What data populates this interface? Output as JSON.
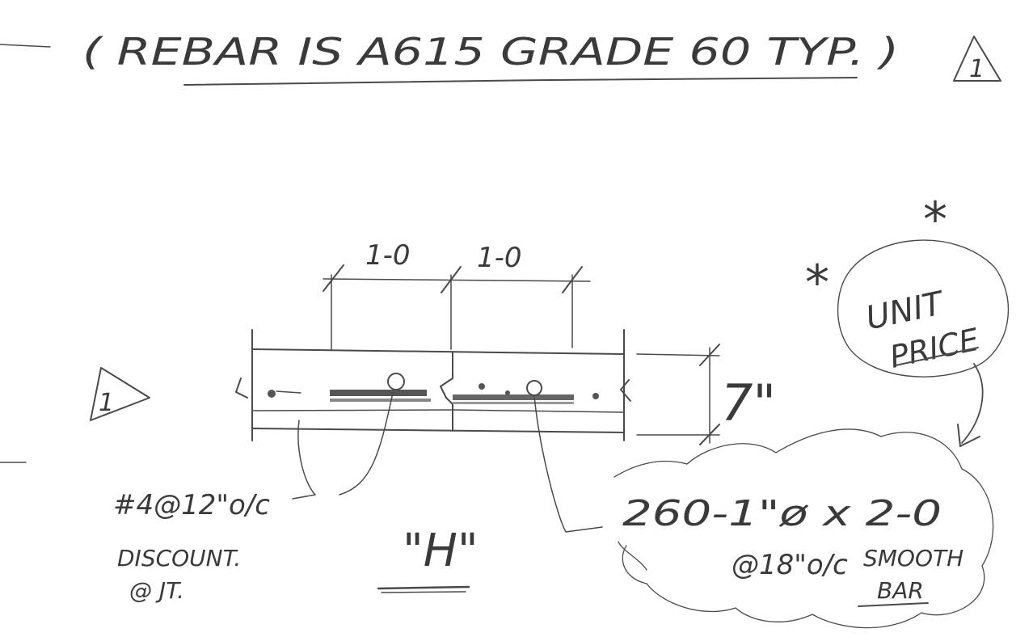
{
  "note": {
    "text": "( REBAR IS A615 GRADE 60 TYP. )",
    "revision_mark": "1"
  },
  "section": {
    "spacing_left": "1-0",
    "spacing_right": "1-0",
    "thickness": "7\"",
    "revision_mark": "1"
  },
  "callouts": {
    "rebar_size": "#4@12\"o/c",
    "rebar_note_line1": "DISCOUNT.",
    "rebar_note_line2": "@ JT.",
    "dowel_spec": "260-1\"ø x 2-0",
    "dowel_spacing": "@18\"o/c",
    "dowel_type_line1": "SMOOTH",
    "dowel_type_line2": "BAR"
  },
  "unit_price": {
    "line1": "UNIT",
    "line2": "PRICE",
    "marker": "*"
  },
  "detail_label": "\"H\""
}
